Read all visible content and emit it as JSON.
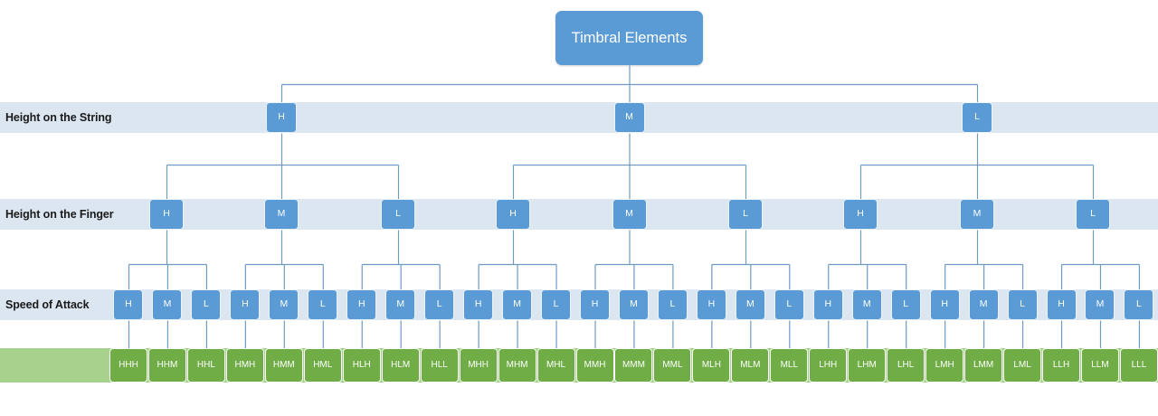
{
  "diagram": {
    "title": "Timbral Elements",
    "type": "hierarchy-tree",
    "colors": {
      "node_blue": "#5b9bd5",
      "node_green": "#70ad47",
      "band_blue": "#dce6f1",
      "band_green": "#a9d18e",
      "connector": "#6f9ac4",
      "node_text": "#ffffff",
      "label_text": "#1a1a1a"
    },
    "root": {
      "label": "Timbral Elements"
    },
    "rows": [
      {
        "label": "Height on the String"
      },
      {
        "label": "Height on the Finger"
      },
      {
        "label": "Speed of Attack"
      },
      {
        "label": ""
      }
    ],
    "level1": [
      {
        "label": "H"
      },
      {
        "label": "M"
      },
      {
        "label": "L"
      }
    ],
    "level2": [
      {
        "label": "H"
      },
      {
        "label": "M"
      },
      {
        "label": "L"
      },
      {
        "label": "H"
      },
      {
        "label": "M"
      },
      {
        "label": "L"
      },
      {
        "label": "H"
      },
      {
        "label": "M"
      },
      {
        "label": "L"
      }
    ],
    "level3": [
      {
        "label": "H"
      },
      {
        "label": "M"
      },
      {
        "label": "L"
      },
      {
        "label": "H"
      },
      {
        "label": "M"
      },
      {
        "label": "L"
      },
      {
        "label": "H"
      },
      {
        "label": "M"
      },
      {
        "label": "L"
      },
      {
        "label": "H"
      },
      {
        "label": "M"
      },
      {
        "label": "L"
      },
      {
        "label": "H"
      },
      {
        "label": "M"
      },
      {
        "label": "L"
      },
      {
        "label": "H"
      },
      {
        "label": "M"
      },
      {
        "label": "L"
      },
      {
        "label": "H"
      },
      {
        "label": "M"
      },
      {
        "label": "L"
      },
      {
        "label": "H"
      },
      {
        "label": "M"
      },
      {
        "label": "L"
      },
      {
        "label": "H"
      },
      {
        "label": "M"
      },
      {
        "label": "L"
      }
    ],
    "leaves": [
      {
        "label": "HHH"
      },
      {
        "label": "HHM"
      },
      {
        "label": "HHL"
      },
      {
        "label": "HMH"
      },
      {
        "label": "HMM"
      },
      {
        "label": "HML"
      },
      {
        "label": "HLH"
      },
      {
        "label": "HLM"
      },
      {
        "label": "HLL"
      },
      {
        "label": "MHH"
      },
      {
        "label": "MHM"
      },
      {
        "label": "MHL"
      },
      {
        "label": "MMH"
      },
      {
        "label": "MMM"
      },
      {
        "label": "MML"
      },
      {
        "label": "MLH"
      },
      {
        "label": "MLM"
      },
      {
        "label": "MLL"
      },
      {
        "label": "LHH"
      },
      {
        "label": "LHM"
      },
      {
        "label": "LHL"
      },
      {
        "label": "LMH"
      },
      {
        "label": "LMM"
      },
      {
        "label": "LML"
      },
      {
        "label": "LLH"
      },
      {
        "label": "LLM"
      },
      {
        "label": "LLL"
      }
    ]
  }
}
